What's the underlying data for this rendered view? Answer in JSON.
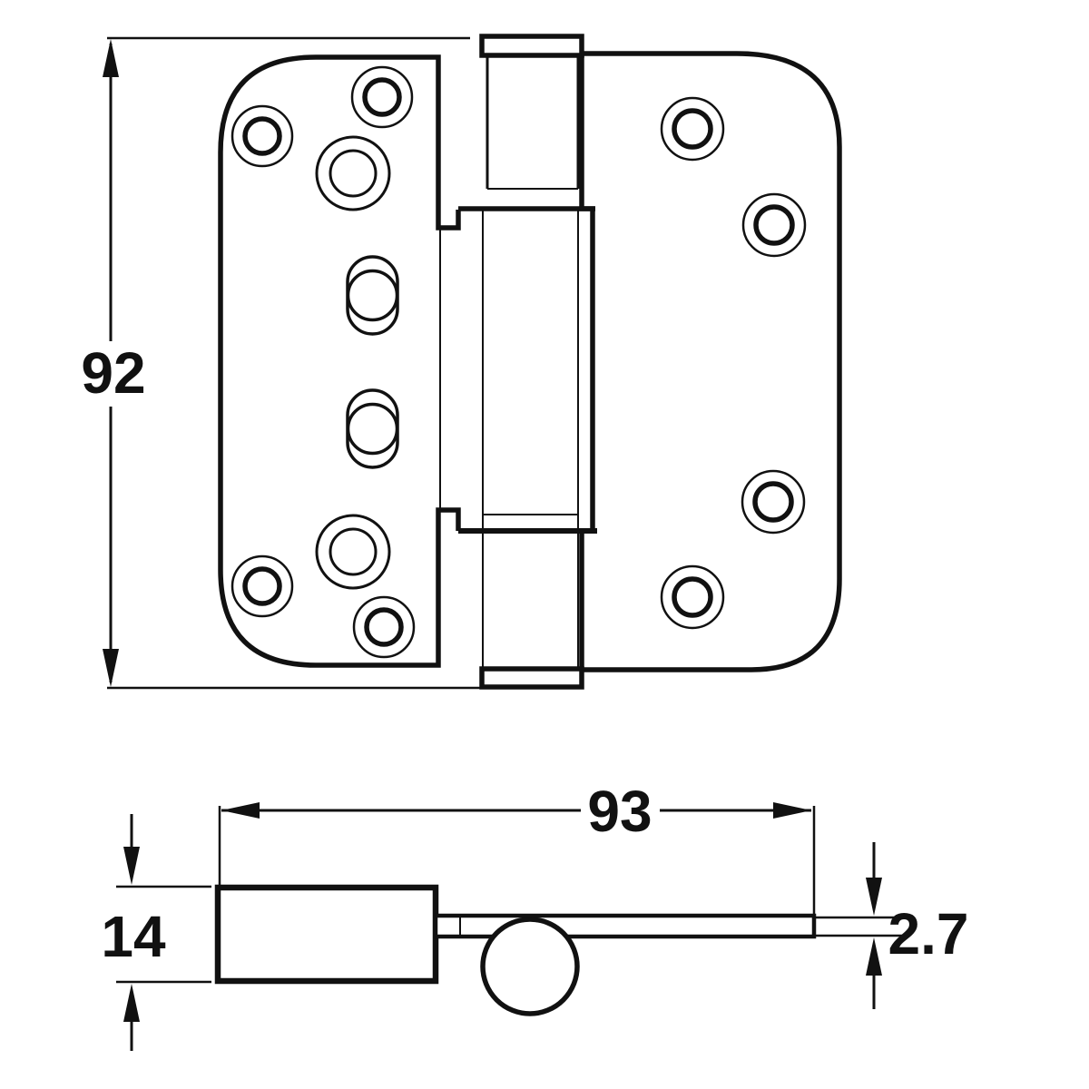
{
  "page": {
    "background": "#ffffff",
    "line_color": "#111111"
  },
  "diagram": {
    "type": "technical-drawing",
    "subject": "door hinge, front view and bottom view",
    "views": [
      {
        "id": "front-view",
        "dimension_labels": [
          "92"
        ]
      },
      {
        "id": "bottom-view",
        "dimension_labels": [
          "93",
          "14",
          "2.7"
        ]
      }
    ]
  },
  "dims": {
    "height": "92",
    "width": "93",
    "block_height": "14",
    "leaf_thickness": "2.7"
  }
}
